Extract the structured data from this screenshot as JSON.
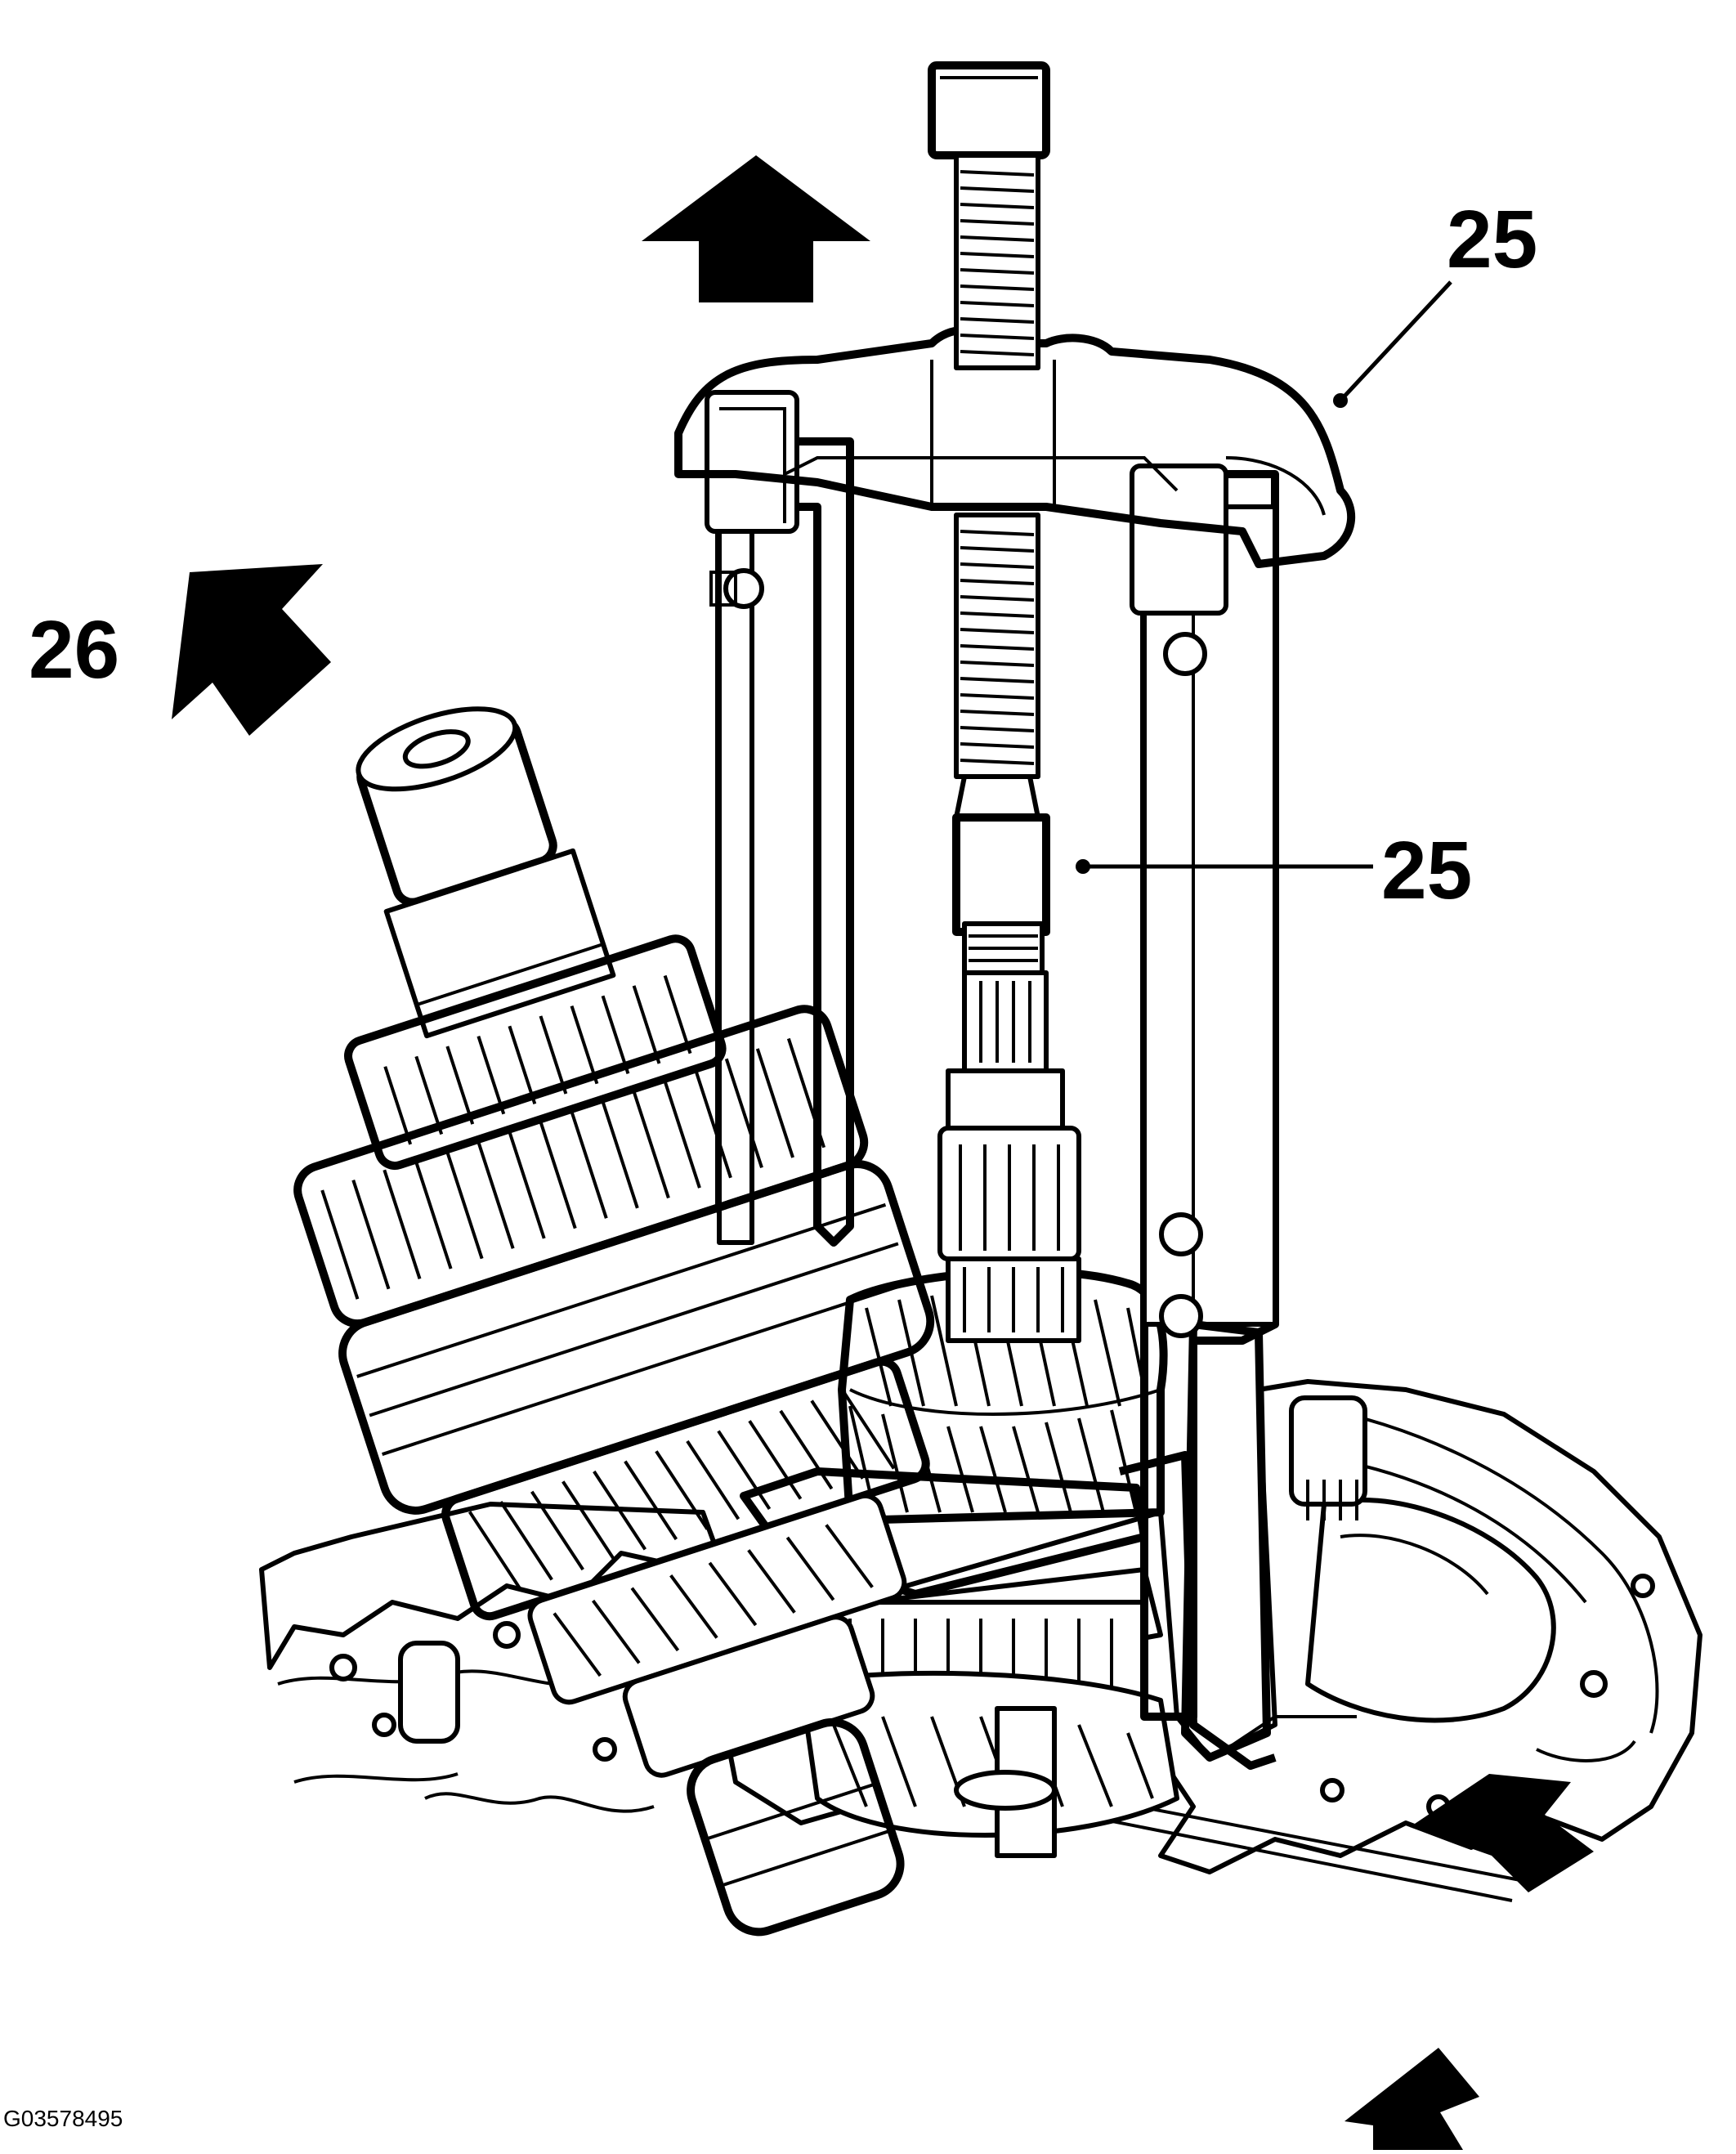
{
  "callouts": {
    "puller_top": "25",
    "puller_spindle": "25",
    "removal_direction": "26"
  },
  "figure_code": "G03578495",
  "colors": {
    "line": "#000000",
    "background": "#ffffff"
  },
  "icons": [
    "arrow-up-icon",
    "arrow-diagonal-icon",
    "arrow-down-icon",
    "arrow-up-small-icon"
  ]
}
